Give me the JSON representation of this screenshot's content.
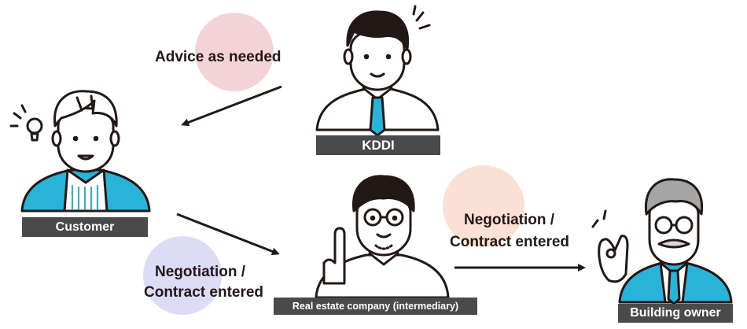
{
  "labels": {
    "advice": "Advice as needed",
    "negotiation_left_line1": "Negotiation /",
    "negotiation_left_line2": "Contract entered",
    "negotiation_right_line1": "Negotiation /",
    "negotiation_right_line2": "Contract entered"
  },
  "actors": {
    "kddi": "KDDI",
    "customer": "Customer",
    "real_estate": "Real estate company (intermediary)",
    "building_owner": "Building owner"
  },
  "colors": {
    "accent_blue": "#2ab3d9",
    "label_bar": "#4a4a4a",
    "line": "#231815",
    "bubble_pink": "#f4d3d6",
    "bubble_peach": "#fbe1d3",
    "bubble_lavender": "#dcdcf7"
  }
}
